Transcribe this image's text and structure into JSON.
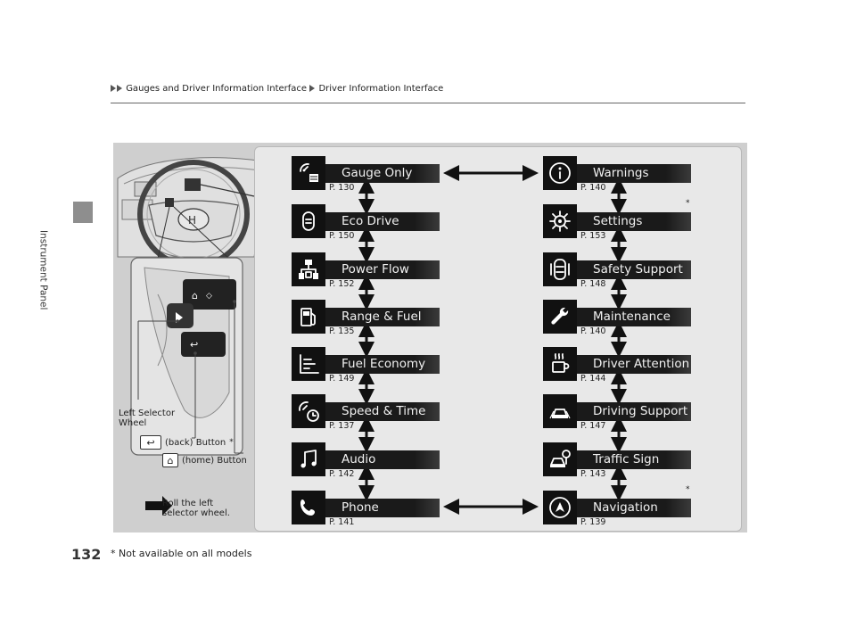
{
  "breadcrumb": {
    "section": "Gauges and Driver Information Interface",
    "page": "Driver Information Interface"
  },
  "side_tab_label": "Instrument Panel",
  "page_number": "132",
  "footnote": "* Not available on all models",
  "callouts": {
    "left_selector_wheel_l1": "Left Selector",
    "left_selector_wheel_l2": "Wheel",
    "back_button": "(back) Button",
    "back_button_mark": "*",
    "home_button": "(home) Button",
    "roll_l1": "Roll the left",
    "roll_l2": "selector wheel."
  },
  "left_column": [
    {
      "label": "Gauge Only",
      "page": "P. 130",
      "icon": "gauge-icon"
    },
    {
      "label": "Eco Drive",
      "page": "P. 150",
      "icon": "eco-drive-icon"
    },
    {
      "label": "Power Flow",
      "page": "P. 152",
      "icon": "power-flow-icon"
    },
    {
      "label": "Range & Fuel",
      "page": "P. 135",
      "icon": "fuel-pump-icon"
    },
    {
      "label": "Fuel Economy",
      "page": "P. 149",
      "icon": "bar-graph-icon"
    },
    {
      "label": "Speed & Time",
      "page": "P. 137",
      "icon": "speed-time-icon"
    },
    {
      "label": "Audio",
      "page": "P. 142",
      "icon": "music-note-icon"
    },
    {
      "label": "Phone",
      "page": "P. 141",
      "icon": "phone-icon"
    }
  ],
  "right_column": [
    {
      "label": "Warnings",
      "page": "P. 140",
      "icon": "info-icon"
    },
    {
      "label": "Settings",
      "page": "P. 153",
      "icon": "gear-icon",
      "mark": "*"
    },
    {
      "label": "Safety Support",
      "page": "P. 148",
      "icon": "safety-car-icon"
    },
    {
      "label": "Maintenance",
      "page": "P. 140",
      "icon": "wrench-icon"
    },
    {
      "label": "Driver Attention",
      "page": "P. 144",
      "icon": "coffee-cup-icon"
    },
    {
      "label": "Driving Support",
      "page": "P. 147",
      "icon": "car-front-icon"
    },
    {
      "label": "Traffic Sign",
      "page": "P. 143",
      "icon": "traffic-sign-icon"
    },
    {
      "label": "Navigation",
      "page": "P. 139",
      "icon": "navigation-arrow-icon",
      "mark": "*"
    }
  ]
}
